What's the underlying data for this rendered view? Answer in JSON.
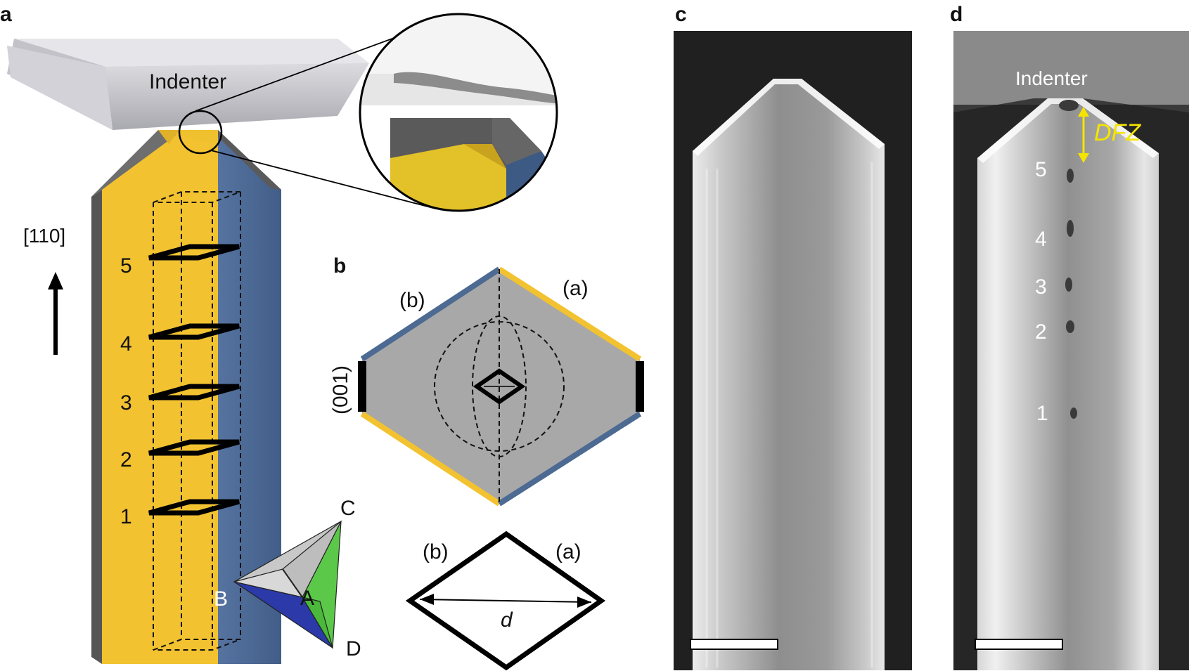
{
  "panels": {
    "a": {
      "label": "a",
      "indenter_label": "Indenter",
      "direction_label": "[110]",
      "levels": [
        "1",
        "2",
        "3",
        "4",
        "5"
      ],
      "vertices": [
        "A",
        "B",
        "C",
        "D"
      ]
    },
    "b": {
      "label": "b",
      "face_a": "(a)",
      "face_b": "(b)",
      "face_001": "(001)",
      "lower_face_a": "(a)",
      "lower_face_b": "(b)",
      "diagonal_label": "d"
    },
    "c": {
      "label": "c"
    },
    "d": {
      "label": "d",
      "indenter_label": "Indenter",
      "dfz_label": "DFZ",
      "levels": [
        "1",
        "2",
        "3",
        "4",
        "5"
      ]
    }
  },
  "colors": {
    "yellow_face": "#f2c230",
    "blue_face": "#4c6a92",
    "gray_face": "#a6a6a6",
    "dfz_yellow": "#f5e400",
    "tetra_green": "#5cc84a",
    "tetra_blue": "#2b3aa8"
  }
}
